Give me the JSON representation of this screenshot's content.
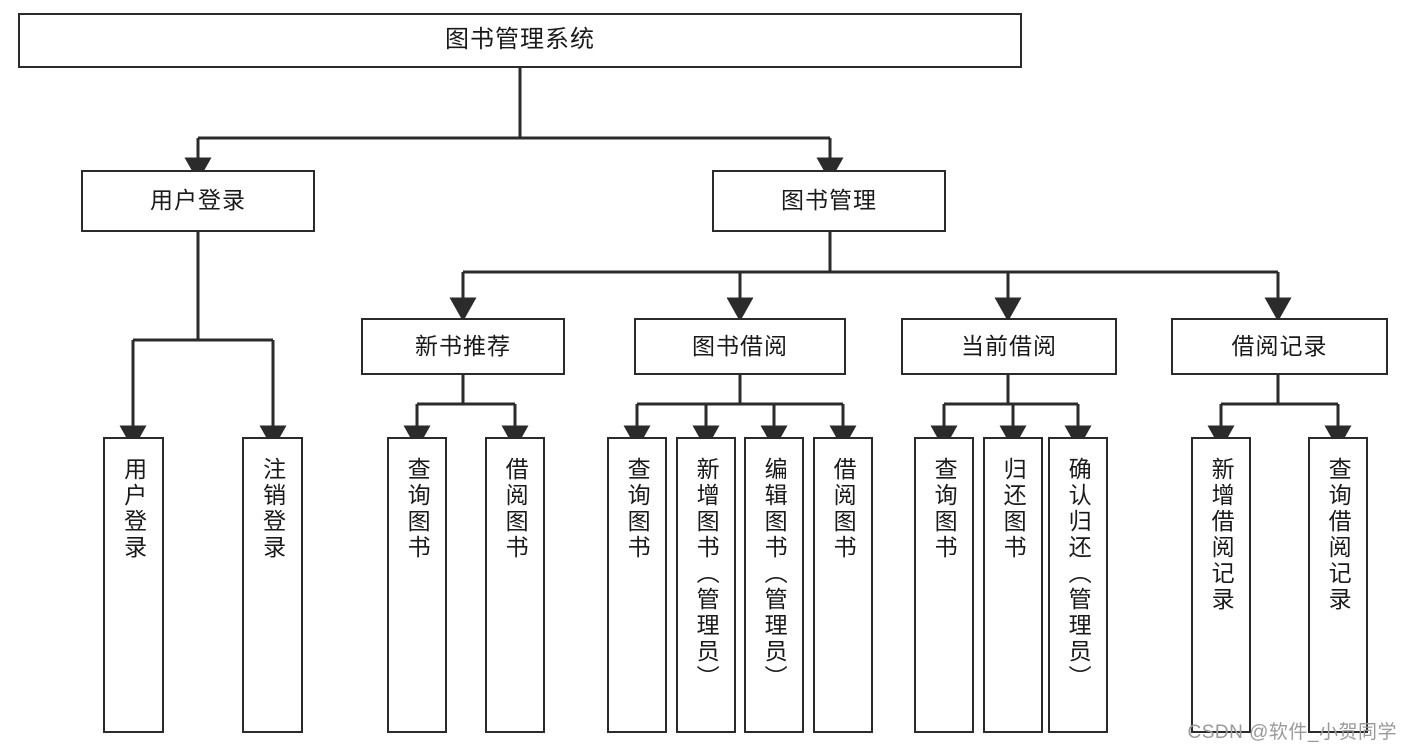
{
  "diagram": {
    "type": "hierarchy-tree",
    "title": "图书管理系统",
    "root": {
      "id": "root",
      "label": "图书管理系统"
    },
    "level2": [
      {
        "id": "user-login",
        "label": "用户登录"
      },
      {
        "id": "book-management",
        "label": "图书管理"
      }
    ],
    "level3": [
      {
        "id": "new-book-recommend",
        "label": "新书推荐",
        "parent": "book-management"
      },
      {
        "id": "book-borrow",
        "label": "图书借阅",
        "parent": "book-management"
      },
      {
        "id": "current-borrow",
        "label": "当前借阅",
        "parent": "book-management"
      },
      {
        "id": "borrow-record",
        "label": "借阅记录",
        "parent": "book-management"
      }
    ],
    "leaves": [
      {
        "id": "leaf-user-login",
        "label": "用户登录",
        "parent": "user-login"
      },
      {
        "id": "leaf-logout",
        "label": "注销登录",
        "parent": "user-login"
      },
      {
        "id": "leaf-query-book-1",
        "label": "查询图书",
        "parent": "new-book-recommend"
      },
      {
        "id": "leaf-borrow-book-1",
        "label": "借阅图书",
        "parent": "new-book-recommend"
      },
      {
        "id": "leaf-query-book-2",
        "label": "查询图书",
        "parent": "book-borrow"
      },
      {
        "id": "leaf-add-book",
        "label": "新增图书（管理员）",
        "parent": "book-borrow"
      },
      {
        "id": "leaf-edit-book",
        "label": "编辑图书（管理员）",
        "parent": "book-borrow"
      },
      {
        "id": "leaf-borrow-book-2",
        "label": "借阅图书",
        "parent": "book-borrow"
      },
      {
        "id": "leaf-query-book-3",
        "label": "查询图书",
        "parent": "current-borrow"
      },
      {
        "id": "leaf-return-book",
        "label": "归还图书",
        "parent": "current-borrow"
      },
      {
        "id": "leaf-confirm-return",
        "label": "确认归还（管理员）",
        "parent": "current-borrow"
      },
      {
        "id": "leaf-add-record",
        "label": "新增借阅记录",
        "parent": "borrow-record"
      },
      {
        "id": "leaf-query-record",
        "label": "查询借阅记录",
        "parent": "borrow-record"
      }
    ],
    "colors": {
      "stroke": "#2b2b2b",
      "fill": "#ffffff",
      "text": "#1a1a1a",
      "watermark": "#9a9a9a"
    }
  },
  "watermark": {
    "text": "CSDN @软件_小贺同学"
  }
}
